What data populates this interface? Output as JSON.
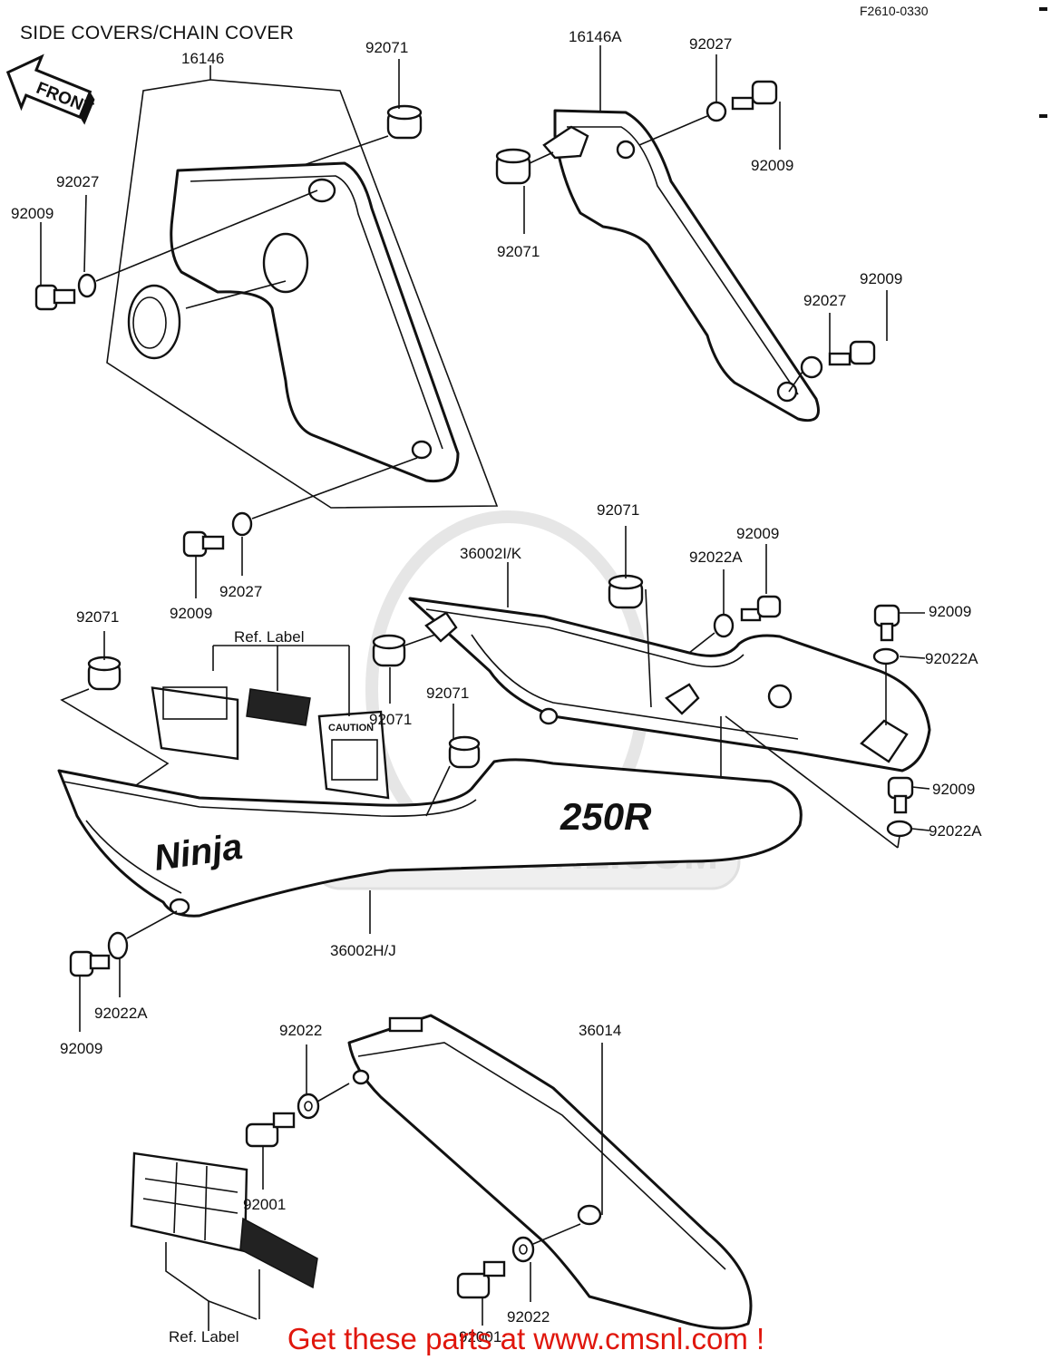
{
  "header": {
    "title": "SIDE COVERS/CHAIN COVER",
    "diagram_code": "F2610-0330",
    "front_arrow": "FRONT"
  },
  "labels": {
    "p16146": "16146",
    "p16146A": "16146A",
    "p92071_top": "92071",
    "p92027_tr": "92027",
    "p92009_tr": "92009",
    "p92027_l": "92027",
    "p92009_l": "92009",
    "p92071_mid": "92071",
    "p92009_r2": "92009",
    "p92027_r2": "92027",
    "p92009_b1": "92009",
    "p92027_b1": "92027",
    "p92071_c": "92071",
    "p36002IK": "36002I/K",
    "p92009_c": "92009",
    "p92022A_c": "92022A",
    "p92009_rr1": "92009",
    "p92022A_rr1": "92022A",
    "p92071_left": "92071",
    "ref_label_1": "Ref. Label",
    "p92071_d": "92071",
    "p92071_e": "92071",
    "p92009_rr2": "92009",
    "p92022A_rr2": "92022A",
    "p36002HJ": "36002H/J",
    "p92022A_bl": "92022A",
    "p92009_bl": "92009",
    "p92022_top": "92022",
    "p36014": "36014",
    "p92001_a": "92001",
    "p92022_bot": "92022",
    "p92001_b": "92001",
    "ref_label_2": "Ref. Label"
  },
  "decals": {
    "ninja": "Ninja",
    "model": "250R",
    "caution": "CAUTION",
    "watermark": "WWW.CMSNL.COM"
  },
  "promo": {
    "text": "Get these parts at www.cmsnl.com !",
    "color": "#e0160c"
  }
}
